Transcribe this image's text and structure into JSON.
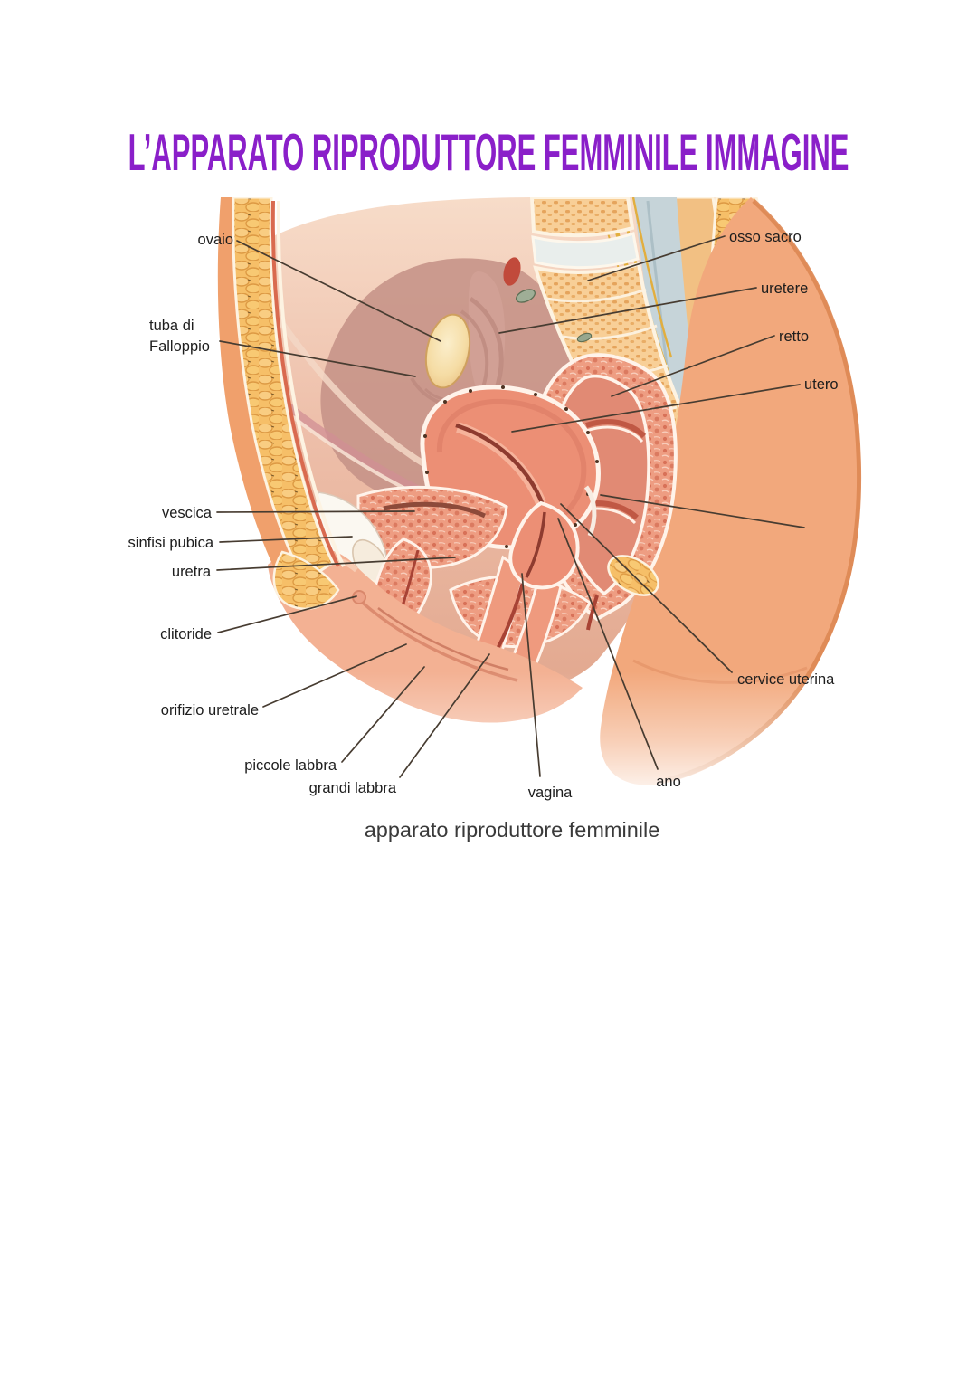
{
  "title": {
    "text": "L’APPARATO RIPRODUTTORE FEMMINILE IMMAGINE",
    "color": "#8a1fc9"
  },
  "figure": {
    "caption": "apparato riproduttore femminile",
    "labels": {
      "ovaio": "ovaio",
      "tuba_line1": "tuba di",
      "tuba_line2": "Falloppio",
      "osso_sacro": "osso sacro",
      "uretere": "uretere",
      "retto": "retto",
      "utero": "utero",
      "vescica": "vescica",
      "sinfisi_pubica": "sinfisi pubica",
      "uretra": "uretra",
      "clitoride": "clitoride",
      "orifizio_uretrale": "orifizio uretrale",
      "piccole_labbra": "piccole labbra",
      "grandi_labbra": "grandi labbra",
      "vagina": "vagina",
      "ano": "ano",
      "cervice_uterina": "cervice uterina"
    },
    "palette": {
      "title_purple": "#8a1fc9",
      "label_text": "#1d1d1d",
      "leader_line": "#473c31",
      "skin": "#f0a679",
      "fat_yellow": "#f6bf68",
      "bone_tan": "#f8cf97",
      "organ_salmon": "#ec8f75",
      "rectum_red": "#cf6553",
      "canal_gray": "#c6d4d9",
      "nerve_yellow": "#e2ae3e"
    }
  }
}
